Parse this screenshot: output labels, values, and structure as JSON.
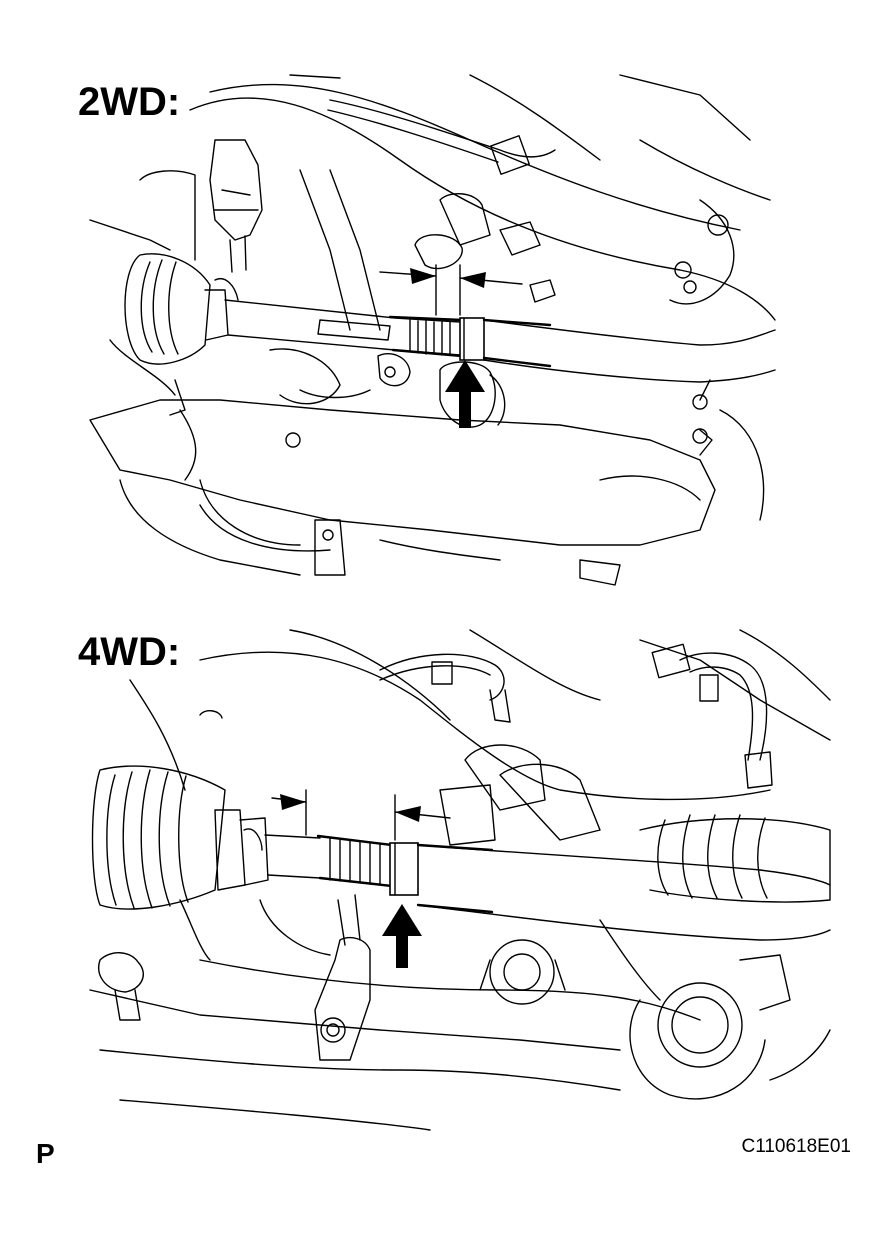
{
  "sections": [
    {
      "label": "2WD:"
    },
    {
      "label": "4WD:"
    }
  ],
  "footer": {
    "left_mark": "P",
    "figure_code": "C110618E01"
  },
  "colors": {
    "ink": "#000000",
    "paper": "#ffffff"
  }
}
